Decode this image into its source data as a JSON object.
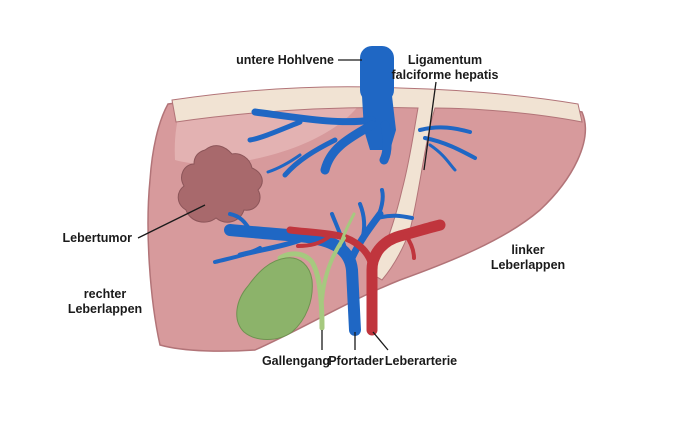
{
  "labels": {
    "vena_cava": "untere Hohlvene",
    "ligament_line1": "Ligamentum",
    "ligament_line2": "falciforme hepatis",
    "tumor": "Lebertumor",
    "left_lobe_line1": "linker",
    "left_lobe_line2": "Leberlappen",
    "right_lobe_line1": "rechter",
    "right_lobe_line2": "Leberlappen",
    "bile_duct": "Gallengang",
    "portal_vein": "Pfortader",
    "hepatic_artery": "Leberarterie"
  },
  "colors": {
    "liver": "#d79a9c",
    "liver_highlight": "#e8bcbc",
    "liver_outline": "#b27478",
    "ligament": "#f1e3d3",
    "tumor": "#a8696c",
    "vein": "#1f67c4",
    "artery": "#c0353d",
    "gallbladder": "#8cb36a",
    "bile_duct": "#a6c97f"
  }
}
